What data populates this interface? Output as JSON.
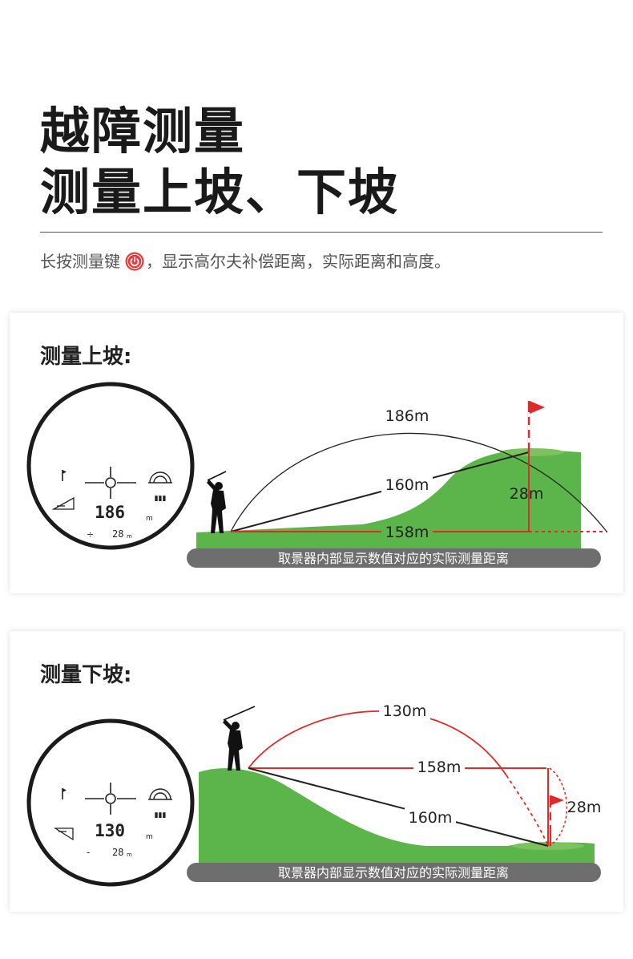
{
  "header": {
    "title_line1": "越障测量",
    "title_line2": "测量上坡、下坡",
    "subtitle_before": "长按测量键",
    "subtitle_after": "，显示高尔夫补偿距离，实际距离和高度。"
  },
  "uphill": {
    "title": "测量上坡:",
    "arc_label": "186m",
    "line_label": "160m",
    "base_label": "158m",
    "height_label": "28m",
    "display_main": "186",
    "display_unit": "m",
    "display_sub": "28",
    "display_sub_unit": "m",
    "display_sign": "÷",
    "caption": "取景器内部显示数值对应的实际测量距离"
  },
  "downhill": {
    "title": "测量下坡:",
    "arc_label": "130m",
    "base_label": "158m",
    "line_label": "160m",
    "height_label": "28m",
    "display_main": "130",
    "display_unit": "m",
    "display_sub": "28",
    "display_sub_unit": "m",
    "display_sign": "-",
    "caption": "取景器内部显示数值对应的实际测量距离"
  },
  "colors": {
    "grass": "#5cb54a",
    "grass_light": "#7cc35f",
    "red": "#e02a2a",
    "caption_bar": "#6e6e6e"
  }
}
